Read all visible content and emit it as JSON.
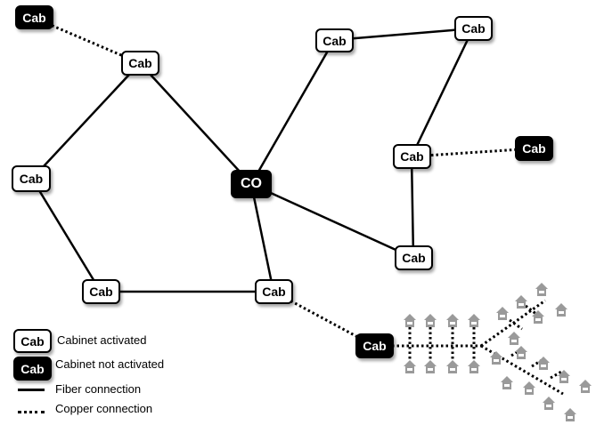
{
  "nodes": {
    "cab_topleft": "Cab",
    "cab_top": "Cab",
    "cab_upper_mid": "Cab",
    "cab_upper_right": "Cab",
    "cab_right_mid": "Cab",
    "cab_right_inactive": "Cab",
    "cab_left": "Cab",
    "central_office": "CO",
    "cab_right_lower": "Cab",
    "cab_bottom_left": "Cab",
    "cab_bottom_mid": "Cab",
    "cab_bottom_inactive": "Cab"
  },
  "legend": {
    "activated_sample": "Cab",
    "activated_label": "Cabinet activated",
    "inactive_sample": "Cab",
    "inactive_label": "Cabinet not activated",
    "fiber_label": "Fiber connection",
    "copper_label": "Copper connection"
  },
  "colors": {
    "activated_fill": "#ffffff",
    "inactive_fill": "#000000",
    "house_color": "#9a9a9a"
  }
}
